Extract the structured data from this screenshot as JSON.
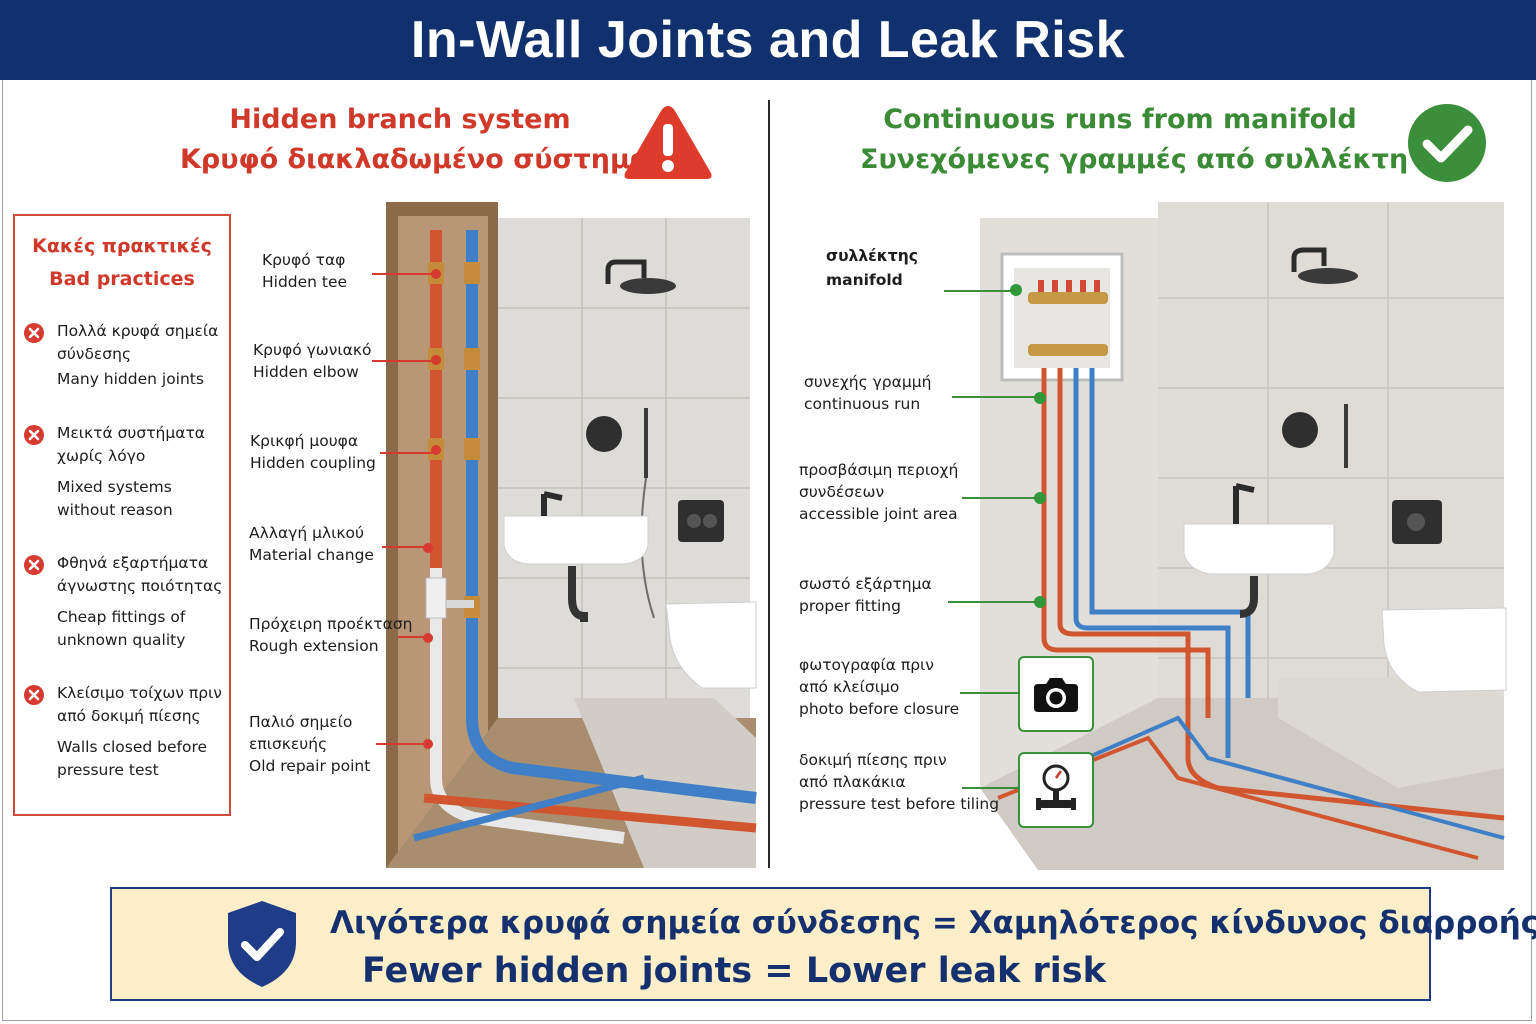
{
  "title": "In-Wall Joints and Leak Risk",
  "left_panel": {
    "heading_en": "Hidden branch system",
    "heading_gr": "Κρυφό διακλαδωμένο σύστημα",
    "status_icon": "warning-triangle-icon",
    "bad_practices": {
      "title_gr": "Κακές πρακτικές",
      "title_en": "Bad practices",
      "items": [
        {
          "gr": [
            "Πολλά κρυφά σημεία",
            "σύνδεσης"
          ],
          "en": [
            "Many hidden joints"
          ]
        },
        {
          "gr": [
            "Μεικτά συστήματα",
            "χωρίς λόγο"
          ],
          "en": [
            "Mixed systems",
            "without reason"
          ]
        },
        {
          "gr": [
            "Φθηνά εξαρτήματα",
            "άγνωστης ποιότητας"
          ],
          "en": [
            "Cheap fittings of",
            "unknown quality"
          ]
        },
        {
          "gr": [
            "Κλείσιμο τοίχων πριν",
            "από δοκιμή πίεσης"
          ],
          "en": [
            "Walls closed before",
            "pressure test"
          ]
        }
      ]
    },
    "callouts": [
      {
        "gr": "Κρυφό ταφ",
        "en": "Hidden tee"
      },
      {
        "gr": "Κρυφό γωνιακό",
        "en": "Hidden elbow"
      },
      {
        "gr": "Κρɩκφή μουφα",
        "en": "Hidden coupling"
      },
      {
        "gr": "Αλλαγή μλικού",
        "en": "Material change"
      },
      {
        "gr": "Πρόχειρη προέκταση",
        "en": "Rough extension"
      },
      {
        "gr": "Παλιό σημείο",
        "gr2": "επισκευής",
        "en": "Old repair point"
      }
    ]
  },
  "right_panel": {
    "heading_en": "Continuous runs from manifold",
    "heading_gr": "Συνεχόμενες γραμμές από συλλέκτη",
    "status_icon": "check-circle-icon",
    "callouts": [
      {
        "gr": "συλλέκτης",
        "en": "manifold"
      },
      {
        "gr": "συνεχής γραμμή",
        "en": "continuous run"
      },
      {
        "gr": "προσβάσιμη περιοχή",
        "gr2": "συνδέσεων",
        "en": "accessible joint area"
      },
      {
        "gr": "σωστό εξάρτημα",
        "en": "proper fitting"
      },
      {
        "gr": "φωτογραφία πριν",
        "gr2": "από κλείσιμο",
        "en": "photo before closure",
        "icon": "camera-icon"
      },
      {
        "gr": "δοκιμή πίεσης πριν",
        "gr2": "από πλακάκια",
        "en": "pressure test before tiling",
        "icon": "pressure-gauge-icon"
      }
    ]
  },
  "footer": {
    "line_gr": "Λιγότερα κρυφά σημεία σύνδεσης = Χαμηλότερος κίνδυνος διαρροής",
    "line_en": "Fewer hidden joints = Lower leak risk",
    "icon": "shield-check-icon"
  },
  "colors": {
    "banner": "#10306e",
    "bad": "#d0392a",
    "good": "#3b8a35",
    "footer_bg": "#fbeec8",
    "hot_pipe": "#d1552f",
    "cold_pipe": "#3f7fc7"
  }
}
